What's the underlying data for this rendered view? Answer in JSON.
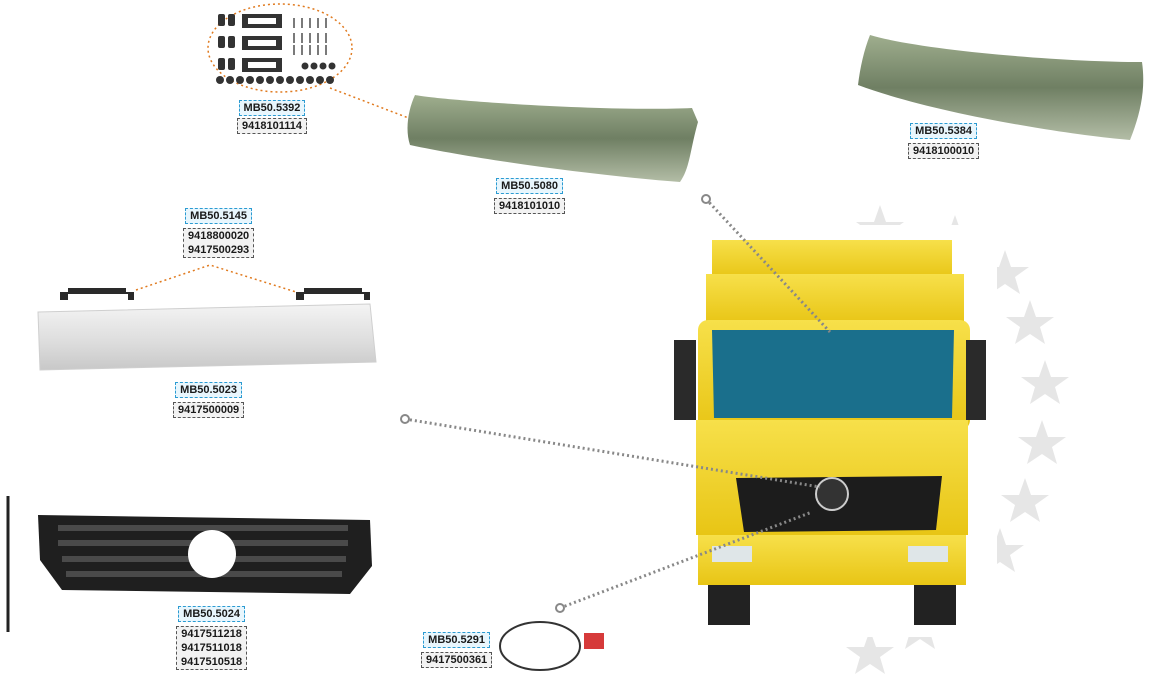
{
  "parts": [
    {
      "code": "MB50.5392",
      "oem": [
        "9418101114"
      ]
    },
    {
      "code": "MB50.5080",
      "oem": [
        "9418101010"
      ]
    },
    {
      "code": "MB50.5384",
      "oem": [
        "9418100010"
      ]
    },
    {
      "code": "MB50.5145",
      "oem": [
        "9418800020",
        "9417500293"
      ]
    },
    {
      "code": "MB50.5023",
      "oem": [
        "9417500009"
      ]
    },
    {
      "code": "MB50.5024",
      "oem": [
        "9417511218",
        "9417511018",
        "9417510518"
      ]
    },
    {
      "code": "MB50.5291",
      "oem": [
        "9417500361"
      ]
    }
  ],
  "colors": {
    "code_border": "#2b9bd2",
    "code_bg": "#e8f6fd",
    "leader": "#e07a1f",
    "pointer": "#888888",
    "truck": "#f2d21a"
  }
}
